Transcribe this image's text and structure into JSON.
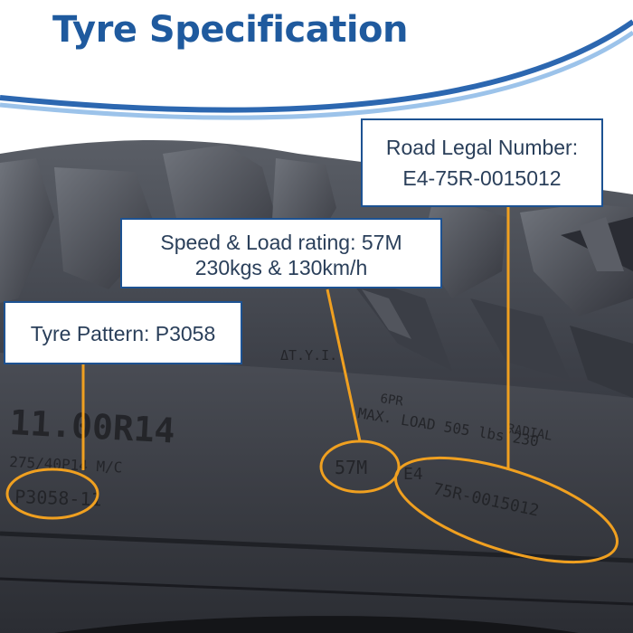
{
  "header": {
    "title": "Tyre Specification"
  },
  "callouts": {
    "road_legal": {
      "label": "Road Legal Number:",
      "value": "E4-75R-0015012"
    },
    "speed_load": {
      "line1": "Speed & Load rating: 57M",
      "line2": "230kgs & 130km/h"
    },
    "tyre_pattern": {
      "label": "Tyre Pattern: P3058"
    }
  },
  "sidewall": {
    "size": "11.00R14",
    "size_alt": "275/40P14 M/C",
    "dot": "ΔT.Y.I.",
    "ply": "6PR",
    "load": "MAX. LOAD 505 lbs(230",
    "radial": "RADIAL",
    "pattern": "P3058-11",
    "speed": "57M",
    "emark": "E4",
    "approval": "75R-0015012"
  },
  "colors": {
    "title": "#1f5a9e",
    "callout_border": "#1d5292",
    "highlight": "#f0a020",
    "header_arc": "#2c67b0"
  }
}
